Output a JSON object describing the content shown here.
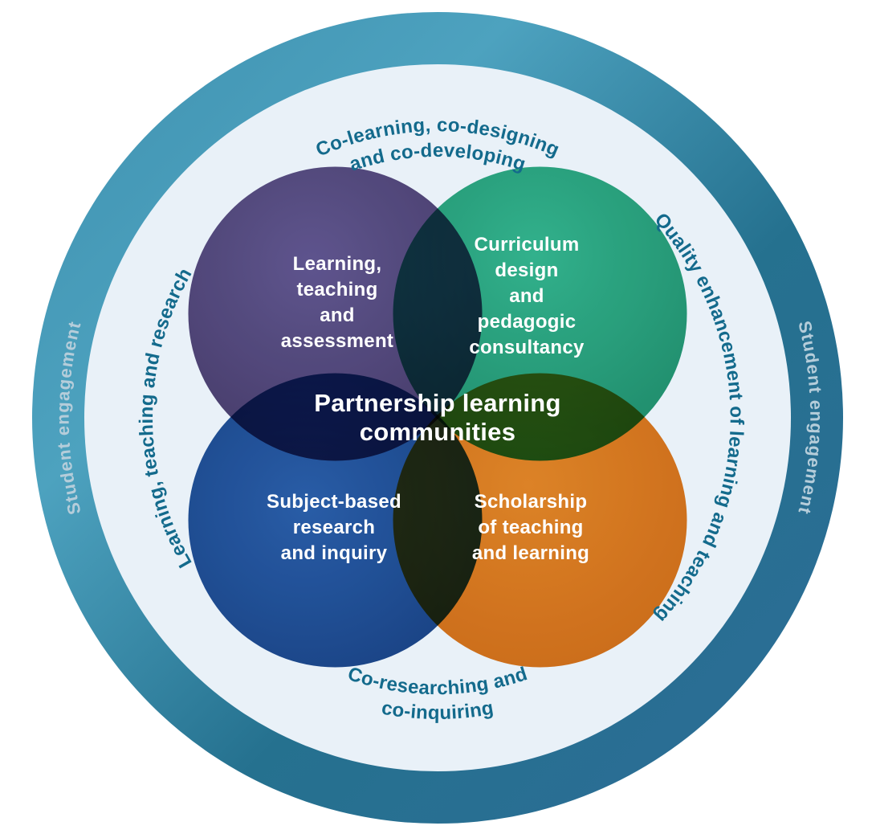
{
  "diagram": {
    "center": {
      "line1": "Partnership learning",
      "line2": "communities"
    },
    "circles": {
      "learning_teaching_assessment": {
        "color": "#54487c",
        "line1": "Learning,",
        "line2": "teaching",
        "line3": "and",
        "line4": "assessment"
      },
      "curriculum_design": {
        "color": "#27a17c",
        "line1": "Curriculum",
        "line2": "design",
        "line3": "and",
        "line4": "pedagogic",
        "line5": "consultancy"
      },
      "subject_research": {
        "color": "#1d4e94",
        "line1": "Subject-based",
        "line2": "research",
        "line3": "and inquiry"
      },
      "scholarship": {
        "color": "#e2761f",
        "line1": "Scholarship",
        "line2": "of teaching",
        "line3": "and learning"
      }
    },
    "arc_labels": {
      "top_line1": "Co-learning, co-designing",
      "top_line2": "and co-developing",
      "bottom_line1": "Co-researching and",
      "bottom_line2": "co-inquiring",
      "left": "Learning, teaching and research",
      "right": "Quality enhancement of learning and teaching"
    },
    "ring_labels": {
      "left": "Student engagement",
      "right": "Student engagement"
    },
    "colors": {
      "ring": "#2f7fa2",
      "inner_background": "#e9f1f8",
      "arc_text": "#136a8c",
      "ring_text": "#b5cdda",
      "center_text": "#ffffff",
      "overlap_center": "#141c2b"
    }
  }
}
